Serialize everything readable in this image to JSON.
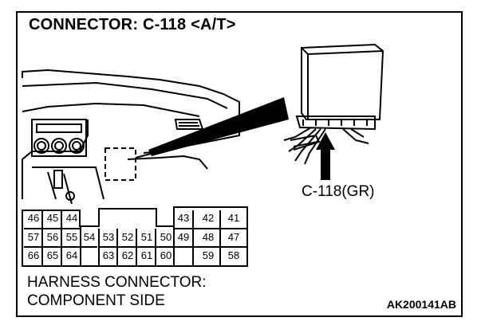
{
  "title": "CONNECTOR: C-118 <A/T>",
  "connector_label": "C-118(GR)",
  "caption": {
    "line1": "HARNESS CONNECTOR:",
    "line2": "COMPONENT SIDE"
  },
  "figure_code": "AK200141AB",
  "pins": {
    "left_block": [
      [
        "46",
        "45",
        "44"
      ],
      [
        "57",
        "56",
        "55"
      ],
      [
        "66",
        "65",
        "64"
      ]
    ],
    "middle_single": "54",
    "middle_block": [
      [
        "53",
        "52",
        "51",
        "50"
      ],
      [
        "63",
        "62",
        "61",
        "60"
      ]
    ],
    "right_block": [
      [
        "43",
        "42",
        "41"
      ],
      [
        "49",
        "48",
        "47"
      ],
      [
        "",
        "59",
        "58"
      ]
    ]
  }
}
